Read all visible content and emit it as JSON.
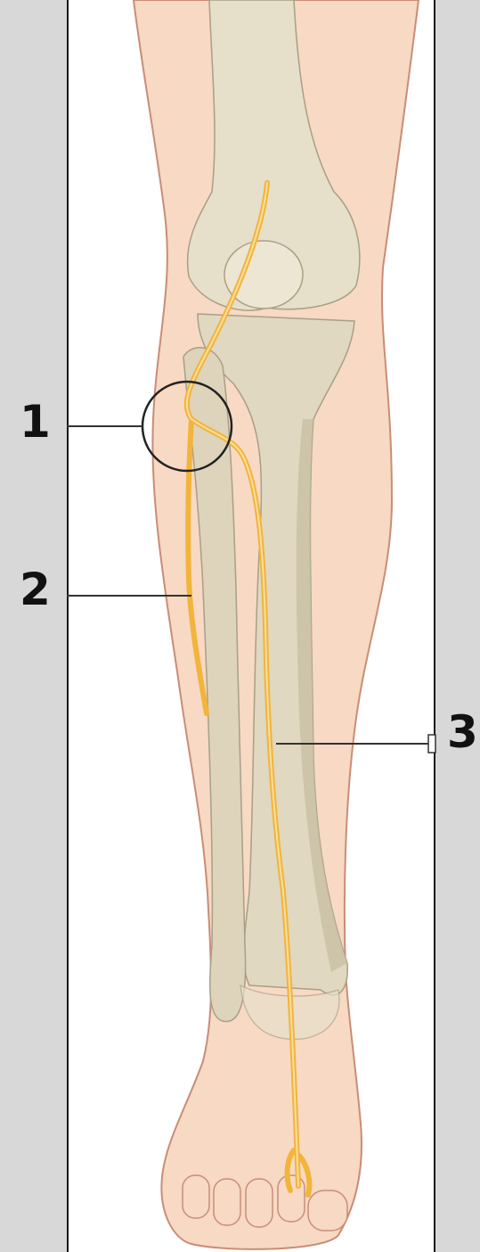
{
  "labels": [
    {
      "id": "1",
      "text": "1"
    },
    {
      "id": "2",
      "text": "2"
    },
    {
      "id": "3",
      "text": "3"
    }
  ],
  "colors": {
    "background": "#d8d8d8",
    "panel": "#ffffff",
    "skin": "#f7d9c4",
    "skin_outline": "#c98d77",
    "bone": "#e6dfca",
    "bone_shadow": "#c9bfa3",
    "nerve": "#f2b43a",
    "leader_line": "#333333"
  },
  "icons": [
    "callout-circle-icon"
  ]
}
